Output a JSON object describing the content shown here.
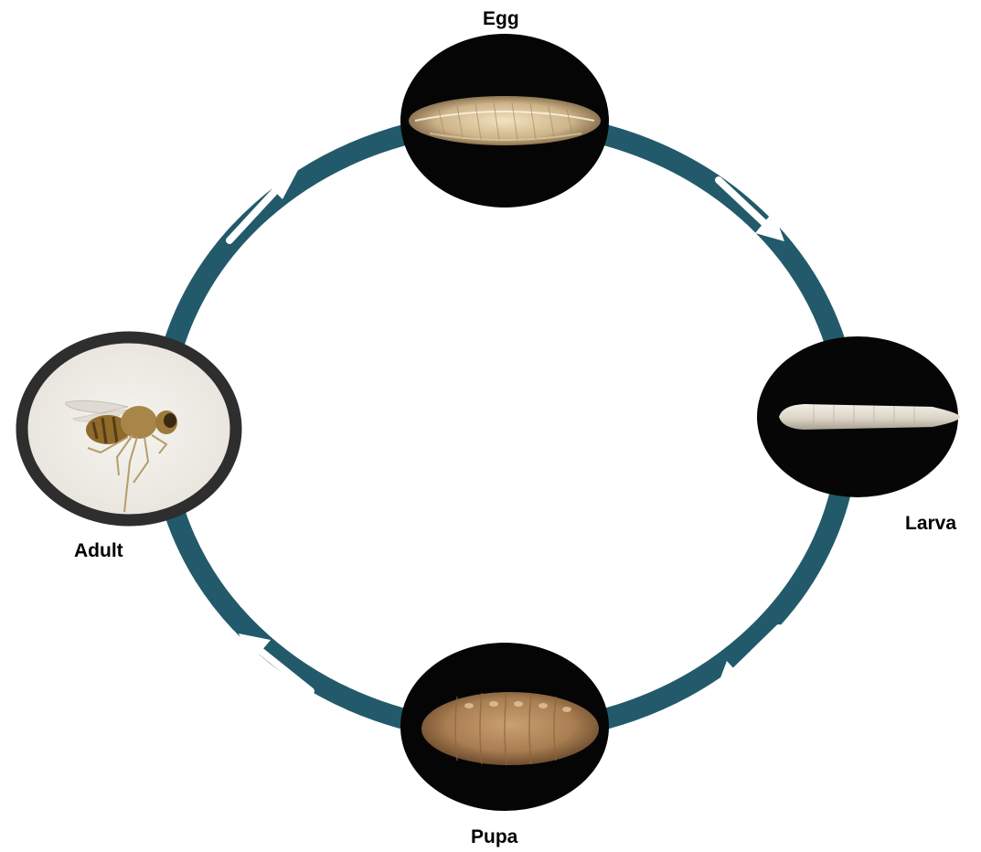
{
  "cycle": {
    "ring_color": "#225a6b",
    "arrow_color": "#ffffff",
    "direction": "clockwise",
    "stages": [
      {
        "id": "egg",
        "label": "Egg",
        "order": 1
      },
      {
        "id": "larva",
        "label": "Larva",
        "order": 2
      },
      {
        "id": "pupa",
        "label": "Pupa",
        "order": 3
      },
      {
        "id": "adult",
        "label": "Adult",
        "order": 4
      }
    ]
  }
}
